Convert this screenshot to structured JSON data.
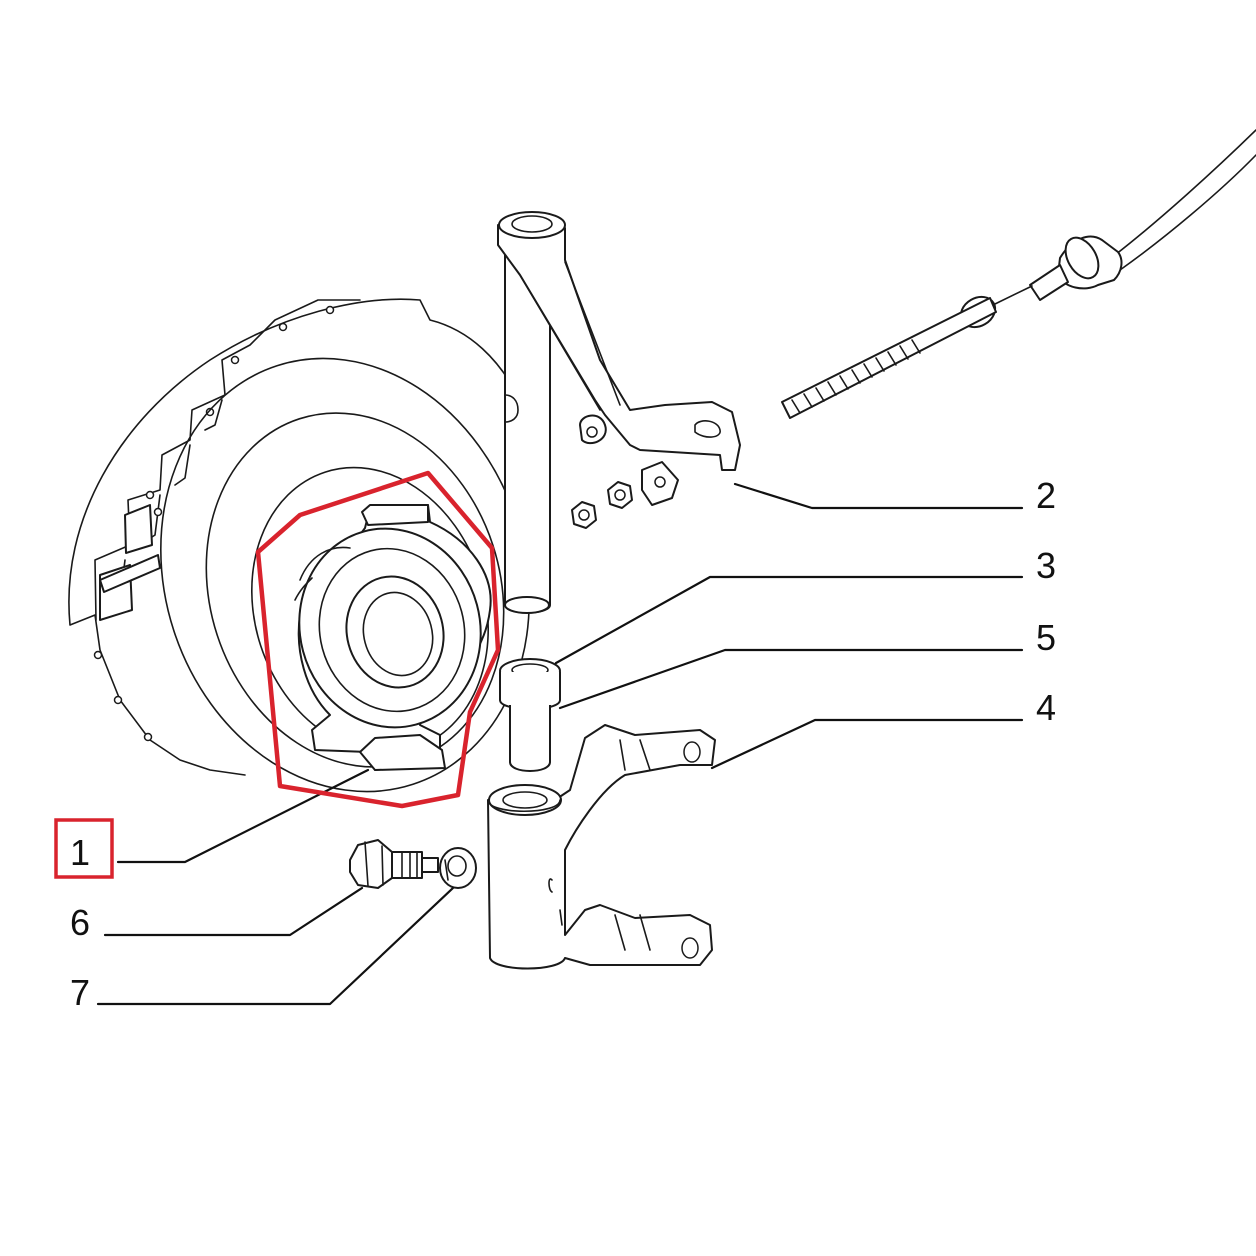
{
  "diagram": {
    "highlight_color": "#d9232d",
    "line_color": "#111111",
    "callouts": [
      {
        "id": "1",
        "label": "1",
        "highlighted": true
      },
      {
        "id": "2",
        "label": "2",
        "highlighted": false
      },
      {
        "id": "3",
        "label": "3",
        "highlighted": false
      },
      {
        "id": "4",
        "label": "4",
        "highlighted": false
      },
      {
        "id": "5",
        "label": "5",
        "highlighted": false
      },
      {
        "id": "6",
        "label": "6",
        "highlighted": false
      },
      {
        "id": "7",
        "label": "7",
        "highlighted": false
      }
    ]
  }
}
